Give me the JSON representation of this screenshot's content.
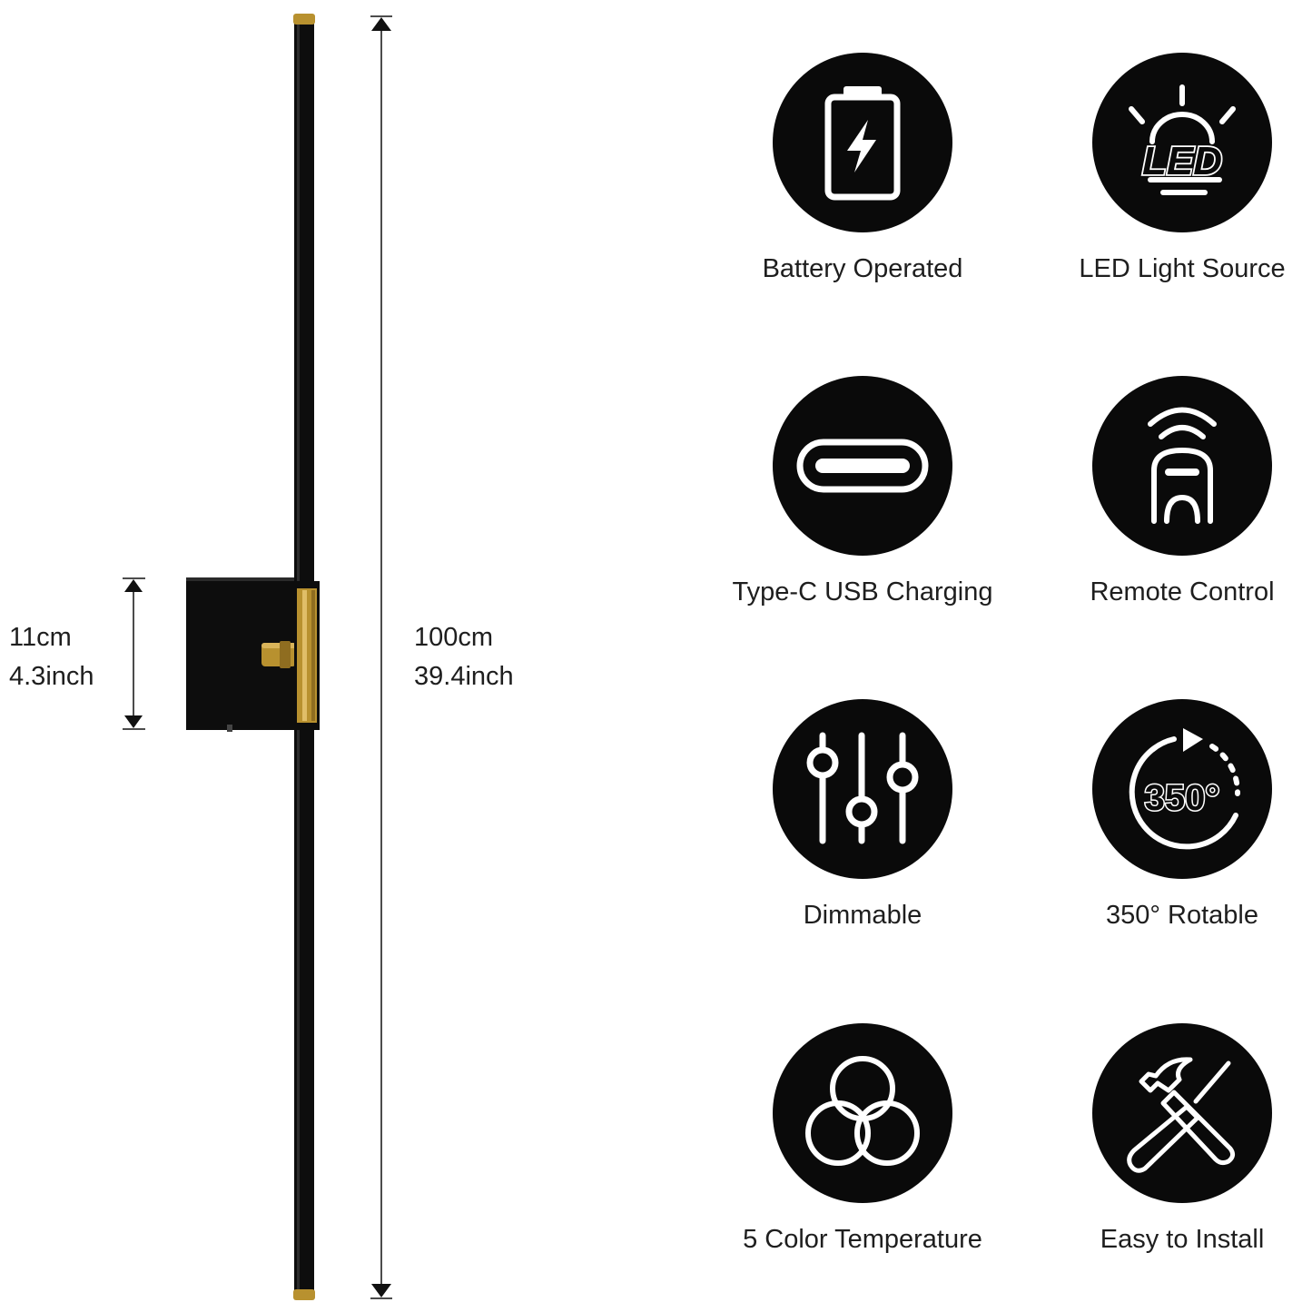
{
  "dimensions": {
    "width_label": {
      "metric": "11cm",
      "imperial": "4.3inch"
    },
    "height_label": {
      "metric": "100cm",
      "imperial": "39.4inch"
    }
  },
  "colors": {
    "lamp_body": "#0d0d0d",
    "brass": "#b8912f",
    "badge": "#0a0a0a"
  },
  "features": [
    {
      "label": "Battery Operated",
      "icon": "battery-charging-icon"
    },
    {
      "label": "LED Light Source",
      "icon": "led-icon",
      "icon_text": "LED"
    },
    {
      "label": "Type-C USB Charging",
      "icon": "usb-c-port-icon"
    },
    {
      "label": "Remote Control",
      "icon": "remote-control-icon"
    },
    {
      "label": "Dimmable",
      "icon": "sliders-icon"
    },
    {
      "label": "350° Rotable",
      "icon": "rotate-icon",
      "icon_text": "350°"
    },
    {
      "label": "5 Color Temperature",
      "icon": "color-circles-icon"
    },
    {
      "label": "Easy to Install",
      "icon": "hammer-screwdriver-icon"
    }
  ]
}
